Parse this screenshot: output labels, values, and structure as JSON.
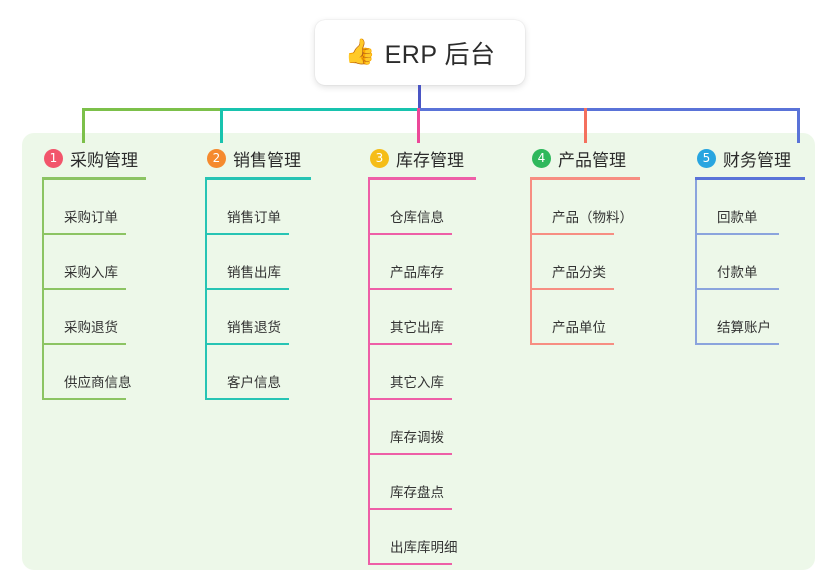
{
  "root": {
    "icon": "thumbs-up-icon",
    "emoji": "👍",
    "title": "ERP 后台"
  },
  "colors": {
    "panel_bg": "#edf8e9",
    "root_line": "#4a55c4",
    "green": "#7cc04a",
    "teal": "#18c3ae",
    "magenta": "#ec4899",
    "salmon": "#f4705e",
    "blue": "#5a73d8",
    "badge_1": "#f2556b",
    "badge_2": "#f58a2e",
    "badge_3": "#f5bd18",
    "badge_4": "#2eb85c",
    "badge_5": "#28a5e0",
    "leaf_green": "#8cc463",
    "leaf_teal": "#27c4b4",
    "leaf_magenta": "#ee5fa7",
    "leaf_salmon": "#f78e82",
    "leaf_blue": "#8ba4dd"
  },
  "columns": [
    {
      "number": "1",
      "title": "采购管理",
      "badge_color": "#f2556b",
      "rule_color": "#8cc463",
      "line_color": "#8cc463",
      "leaves": [
        "采购订单",
        "采购入库",
        "采购退货",
        "供应商信息"
      ]
    },
    {
      "number": "2",
      "title": "销售管理",
      "badge_color": "#f58a2e",
      "rule_color": "#27c4b4",
      "line_color": "#27c4b4",
      "leaves": [
        "销售订单",
        "销售出库",
        "销售退货",
        "客户信息"
      ]
    },
    {
      "number": "3",
      "title": "库存管理",
      "badge_color": "#f5bd18",
      "rule_color": "#ee5fa7",
      "line_color": "#ee5fa7",
      "leaves": [
        "仓库信息",
        "产品库存",
        "其它出库",
        "其它入库",
        "库存调拨",
        "库存盘点",
        "出库库明细"
      ]
    },
    {
      "number": "4",
      "title": "产品管理",
      "badge_color": "#2eb85c",
      "rule_color": "#f78e82",
      "line_color": "#f78e82",
      "leaves": [
        "产品（物料）",
        "产品分类",
        "产品单位"
      ]
    },
    {
      "number": "5",
      "title": "财务管理",
      "badge_color": "#28a5e0",
      "rule_color": "#5a73d8",
      "line_color": "#8ba4dd",
      "leaves": [
        "回款单",
        "付款单",
        "结算账户"
      ]
    }
  ]
}
